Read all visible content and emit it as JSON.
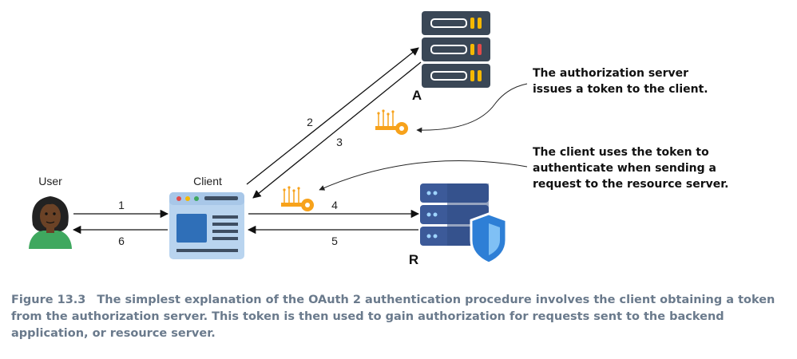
{
  "labels": {
    "user": "User",
    "client": "Client",
    "auth_server_letter": "A",
    "resource_server_letter": "R"
  },
  "steps": [
    "1",
    "2",
    "3",
    "4",
    "5",
    "6"
  ],
  "callouts": {
    "auth_server": [
      "The authorization server",
      "issues a token to the client."
    ],
    "client_uses_token": [
      "The client uses the token to",
      "authenticate when sending a",
      "request to the resource server."
    ]
  },
  "caption": {
    "figure_number": "Figure 13.3",
    "text": "The simplest explanation of the OAuth 2 authentication procedure involves the client obtaining a token from the authorization server. This token is then used to gain authorization for requests sent to the backend application, or resource server."
  },
  "colors": {
    "server_dark": "#3a4756",
    "server_light": "#4f5f70",
    "led_yellow": "#f5b800",
    "led_red": "#e24a4a",
    "browser_blue": "#b9d4ef",
    "browser_dark": "#3e4e62",
    "key_orange": "#f7a21b",
    "resource_blue": "#3c5a99",
    "shield_blue": "#2e7fd6",
    "skin": "#6b4226",
    "shirt": "#3fa85f",
    "caption": "#6a7a8c"
  },
  "icons": {
    "user": "user-avatar-icon",
    "client": "browser-window-icon",
    "auth_server": "server-rack-icon",
    "resource_server": "database-server-shield-icon",
    "token": "key-icon"
  }
}
